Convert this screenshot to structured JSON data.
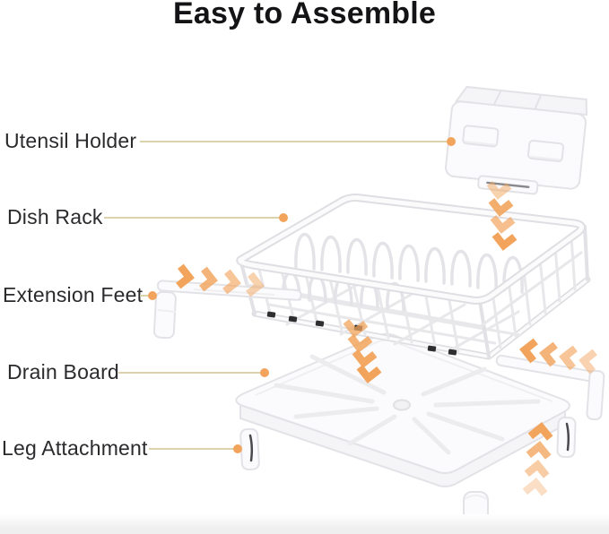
{
  "title": "Easy to Assemble",
  "callouts": [
    {
      "label": "Utensil Holder"
    },
    {
      "label": "Dish Rack"
    },
    {
      "label": "Extension Feet"
    },
    {
      "label": "Drain Board"
    },
    {
      "label": "Leg Attachment"
    }
  ],
  "diagram_parts": [
    "utensil-holder",
    "dish-rack",
    "extension-foot-left",
    "extension-foot-right",
    "drain-board",
    "leg-attachment-left",
    "leg-attachment-right",
    "support-leg"
  ],
  "icons": {
    "assembly_arrow": "chevron",
    "leader_marker": "dot"
  },
  "colors": {
    "accent": "#F2A45C",
    "leader_line": "#DCD3AE",
    "title_text": "#141416",
    "label_text": "#2B2B2E",
    "part_outline": "#E3E3E7",
    "part_fill": "#FBFBFD",
    "floor": "#EFEFF0",
    "foot_dark": "#2E2E30"
  }
}
